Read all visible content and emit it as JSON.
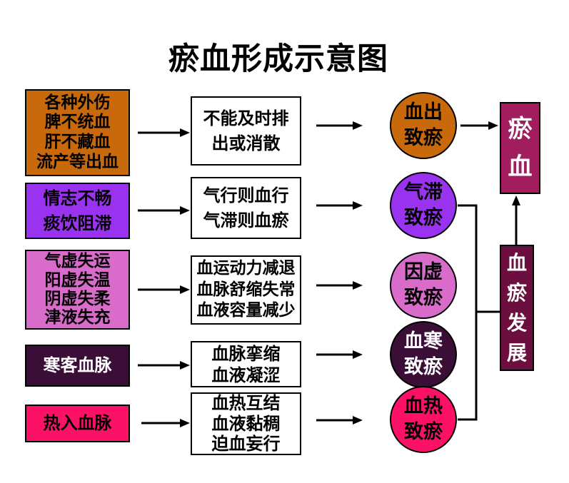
{
  "title": "瘀血形成示意图",
  "rows": [
    {
      "cause": "各种外伤\n脾不统血\n肝不藏血\n流产等出血",
      "mechanism": "不能及时排\n出或消散",
      "result": "血出\n致瘀",
      "color": "#C8690C",
      "text_color": "#000000"
    },
    {
      "cause": "情志不畅\n痰饮阻滞",
      "mechanism": "气行则血行\n气滞则血瘀",
      "result": "气滞\n致瘀",
      "color": "#9933F0",
      "text_color": "#000000"
    },
    {
      "cause": "气虚失运\n阳虚失温\n阴虚失柔\n津液失充",
      "mechanism": "血运动力减退\n血脉舒缩失常\n血液容量减少",
      "result": "因虚\n致瘀",
      "color": "#D96BCB",
      "text_color": "#000000"
    },
    {
      "cause": "寒客血脉",
      "mechanism": "血脉挛缩\n血液凝涩",
      "result": "血寒\n致瘀",
      "color": "#3A0E36",
      "text_color": "#FFFFFF"
    },
    {
      "cause": "热入血脉",
      "mechanism": "血热互结\n血液黏稠\n迫血妄行",
      "result": "血热\n致瘀",
      "color": "#FB1166",
      "text_color": "#000000"
    }
  ],
  "outcome": {
    "label": "瘀\n血",
    "color": "#A11D5D",
    "text_color": "#FFFFFF"
  },
  "development": {
    "label": "血\n瘀\n发\n展",
    "color": "#6C0F3F",
    "text_color": "#FFFFFF"
  },
  "line_color": "#000000"
}
